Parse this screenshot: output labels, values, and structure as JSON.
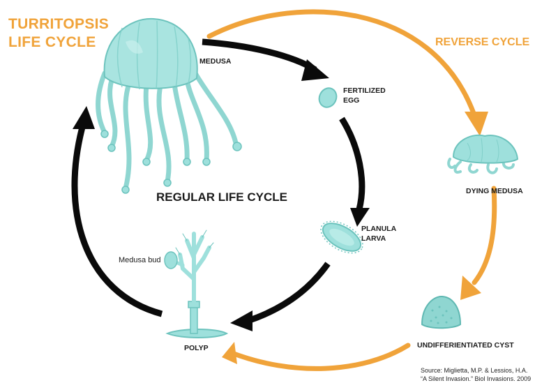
{
  "title": {
    "line1": "TURRITOPSIS",
    "line2": "LIFE CYCLE"
  },
  "reverse_label": "REVERSE CYCLE",
  "center_label": "REGULAR LIFE CYCLE",
  "stages": {
    "medusa": "MEDUSA",
    "fertilized_egg": {
      "line1": "FERTILIZED",
      "line2": "EGG"
    },
    "planula_larva": {
      "line1": "PLANULA",
      "line2": "LARVA"
    },
    "polyp": "POLYP",
    "medusa_bud": "Medusa bud",
    "dying_medusa": "DYING MEDUSA",
    "undifferentiated_cyst": "UNDIFFERIENTIATED CYST"
  },
  "source": {
    "line1": "Source: Miglietta, M.P. & Lessios, H.A.",
    "line2": "“A Silent Invasion.” Biol Invasions. 2009"
  },
  "colors": {
    "orange": "#f0a33a",
    "organism_fill": "#9ee0dc",
    "organism_stroke": "#6cc3bd",
    "arrow_black": "#0a0a0a"
  }
}
